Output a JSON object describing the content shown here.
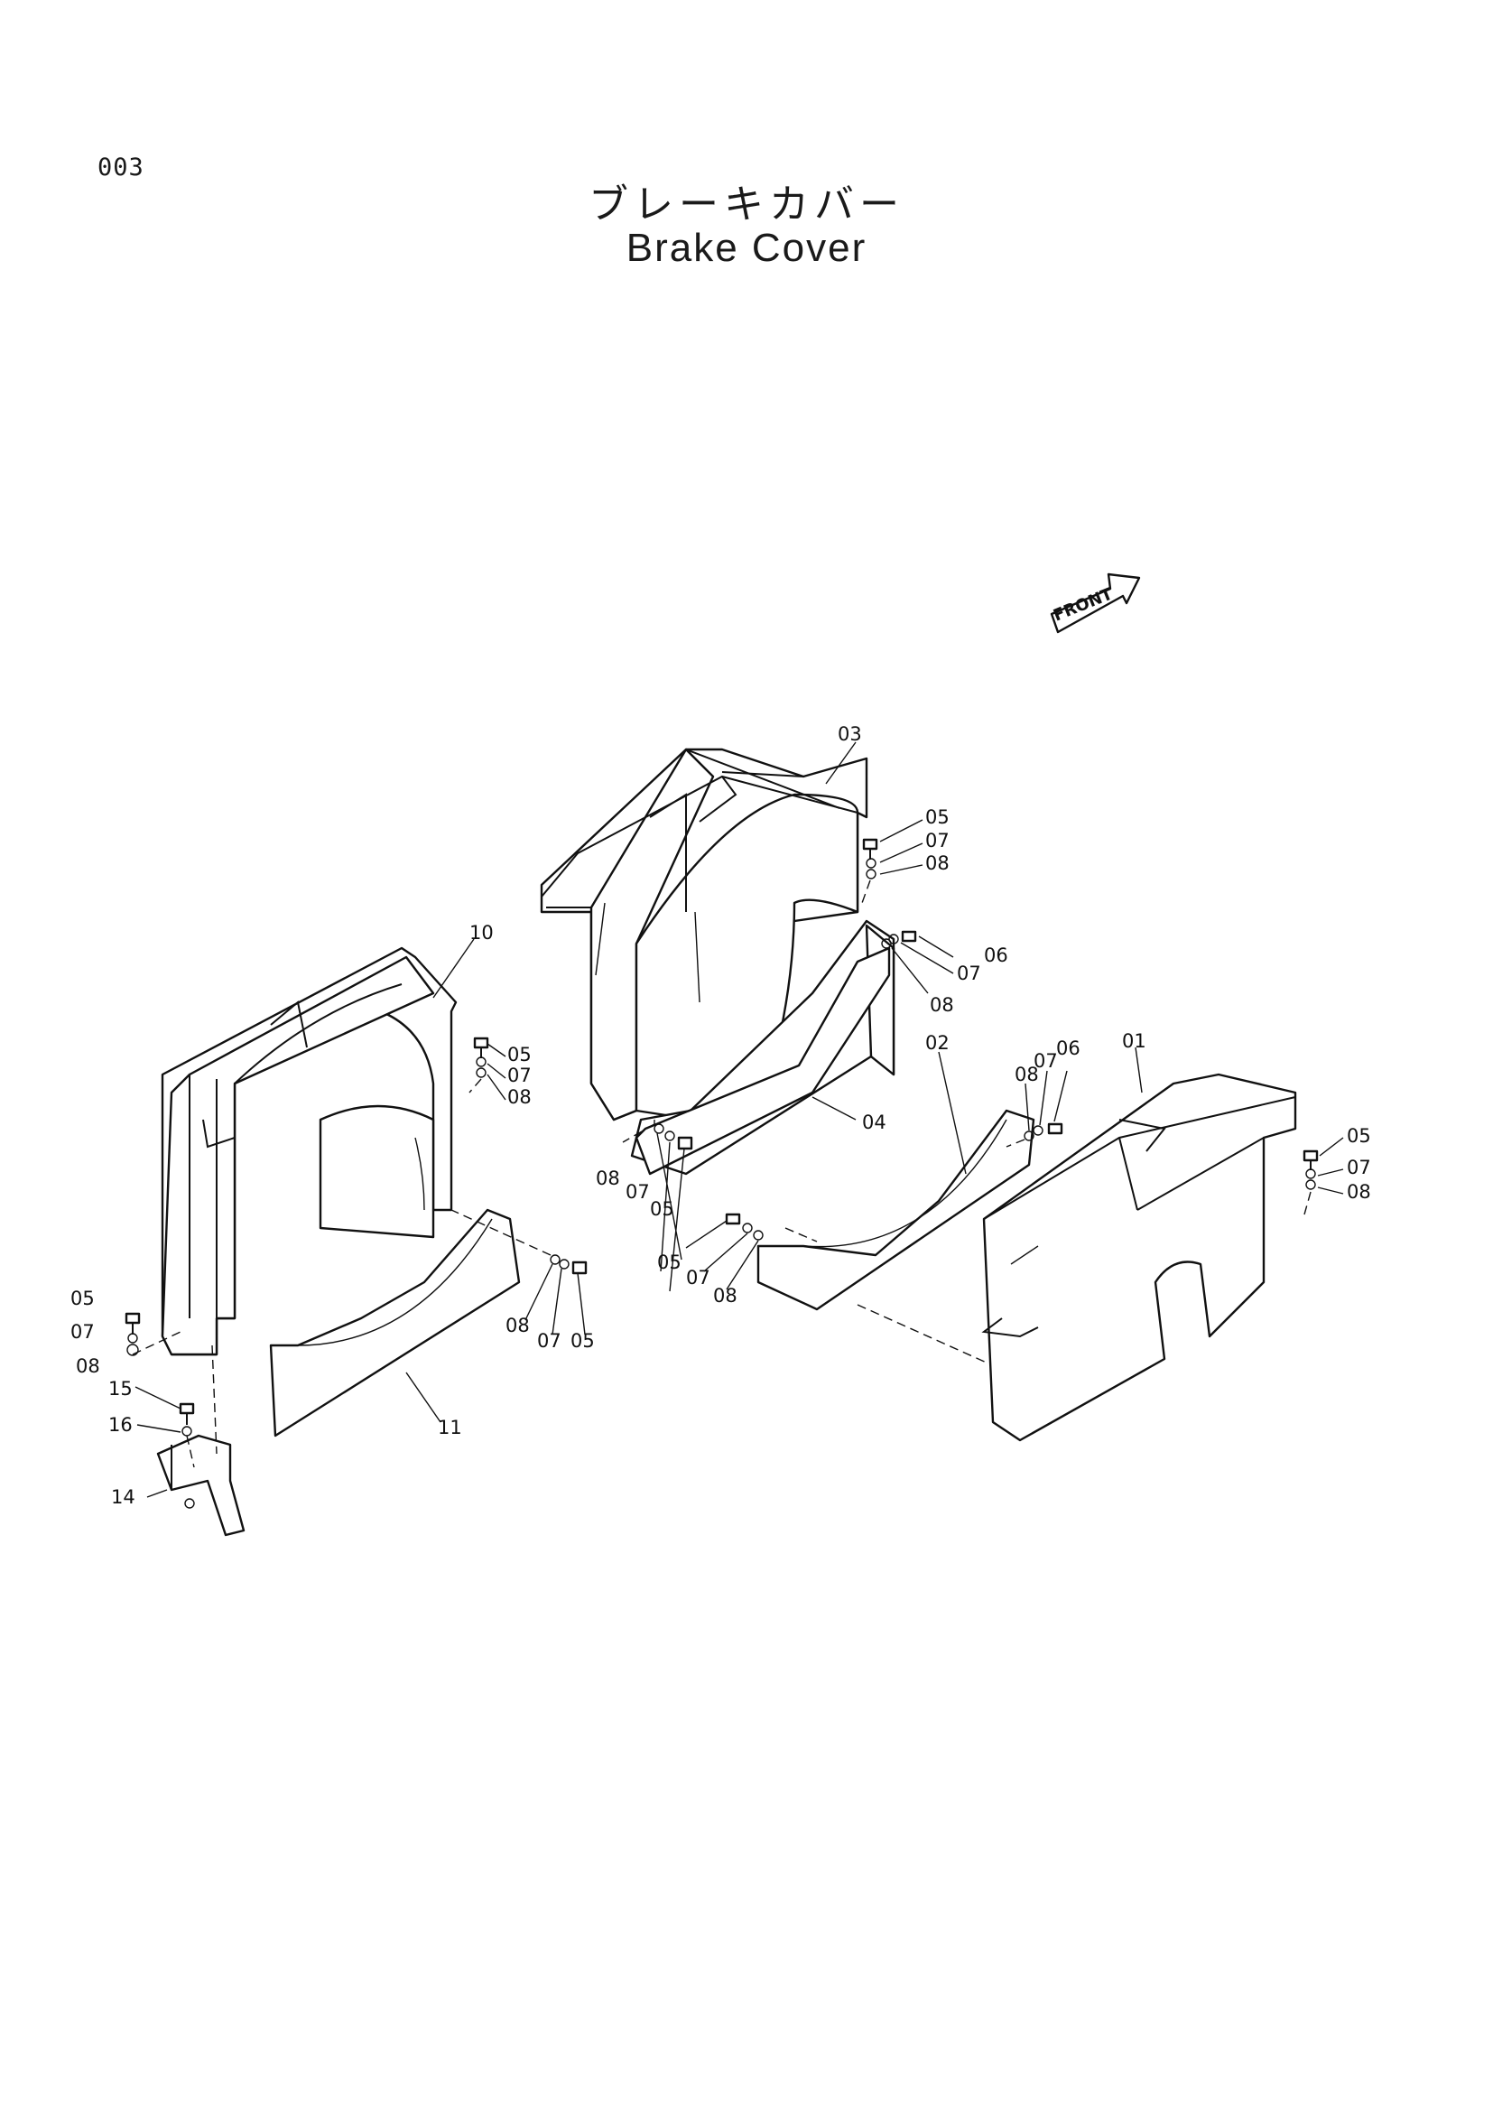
{
  "header": {
    "page_number": "003",
    "title_jp": "ブレーキカバー",
    "title_en": "Brake Cover"
  },
  "front_marker": "FRONT",
  "labels": {
    "l01": "01",
    "l02": "02",
    "l03": "03",
    "l04": "04",
    "l10": "10",
    "l11": "11",
    "l14": "14",
    "l15": "15",
    "l16": "16",
    "g1_05": "05",
    "g1_07": "07",
    "g1_08": "08",
    "g2_06": "06",
    "g2_07": "07",
    "g2_08": "08",
    "g3_05": "05",
    "g3_07": "07",
    "g3_08": "08",
    "g4_08": "08",
    "g4_07": "07",
    "g4_05": "05",
    "g5_08": "08",
    "g5_07": "07",
    "g5_06": "06",
    "g6_05": "05",
    "g6_07": "07",
    "g6_08": "08",
    "g7_05": "05",
    "g7_07": "07",
    "g7_08": "08",
    "g8_08": "08",
    "g8_07": "07",
    "g8_05": "05",
    "g9_05": "05",
    "g9_07": "07",
    "g9_08": "08"
  }
}
